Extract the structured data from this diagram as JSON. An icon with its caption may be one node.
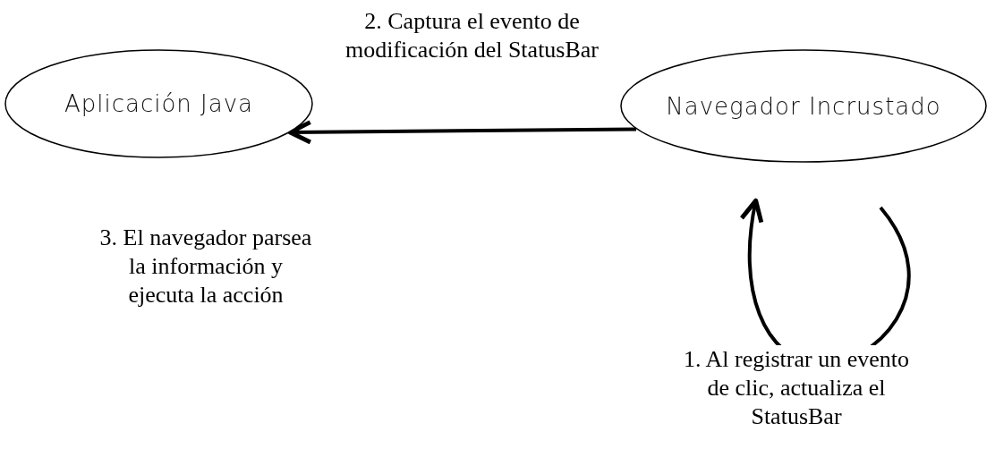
{
  "diagram": {
    "nodes": [
      {
        "text": [
          "Aplicación Java"
        ]
      },
      {
        "text": [
          "Navegador Incrustado"
        ]
      }
    ],
    "edges": [
      {
        "from": 1,
        "to": 0,
        "arrow": "to",
        "label": "2. Captura el evento de modificación del StatusBar"
      },
      {
        "from": 1,
        "to": 1,
        "arrow": "to",
        "label": "1. Al registrar un evento de clic, actualiza el StatusBar"
      }
    ],
    "labels": [
      "3. El navegador parsea la información y ejecuta la acción"
    ]
  }
}
